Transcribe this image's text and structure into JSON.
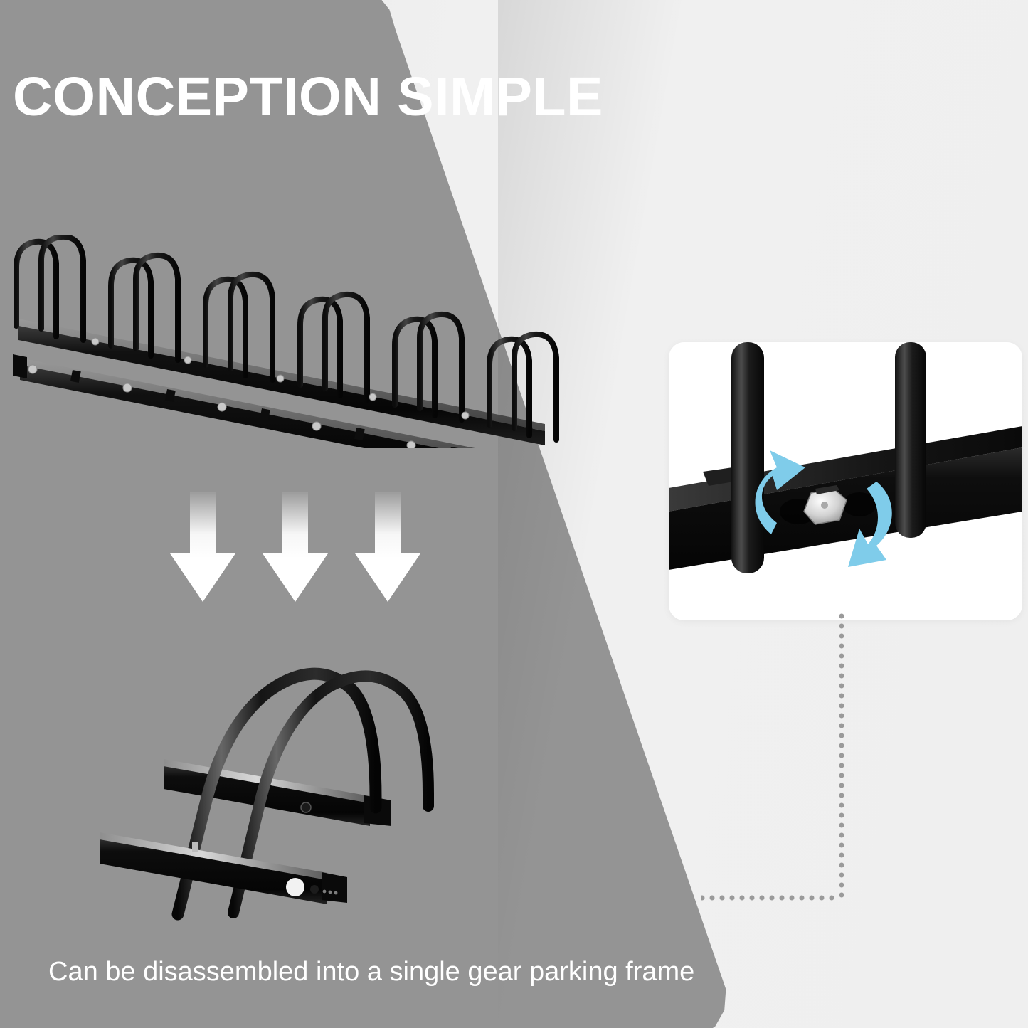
{
  "page": {
    "title": "CONCEPTION SIMPLE",
    "caption": "Can be disassembled into a single gear parking frame",
    "colors": {
      "panel_gray": "#949494",
      "background_light": "#efefef",
      "title_text": "#ffffff",
      "caption_text": "#ffffff",
      "arrow_white": "#ffffff",
      "accent_blue": "#7fccea",
      "product_black": "#161616",
      "bolt_silver": "#cfcfcf",
      "leader_dot": "#9a9a9a"
    }
  },
  "hero": {
    "name": "six-slot-bike-rack",
    "hoop_count": 6,
    "alt": "Black six-slot floor bike parking rack shown in perspective"
  },
  "arrows": {
    "name": "downward-arrows",
    "count": 3,
    "direction": "down",
    "color": "#ffffff"
  },
  "single_unit": {
    "name": "single-slot-bike-rack",
    "hoop_count": 2,
    "alt": "Single gear parking frame disassembled from the multi-slot rack"
  },
  "detail_callout": {
    "name": "bolt-connection-detail",
    "alt": "Close-up of the hex bolt joining the rail and the upright tube",
    "arrows": [
      {
        "label": "rotate-up-arrow",
        "direction": "up-left",
        "color": "#7fccea"
      },
      {
        "label": "rotate-down-arrow",
        "direction": "down-right",
        "color": "#7fccea"
      }
    ],
    "fastener": "hex-bolt"
  },
  "leader_line": {
    "name": "dotted-connector",
    "style": "dotted",
    "color": "#9a9a9a"
  }
}
